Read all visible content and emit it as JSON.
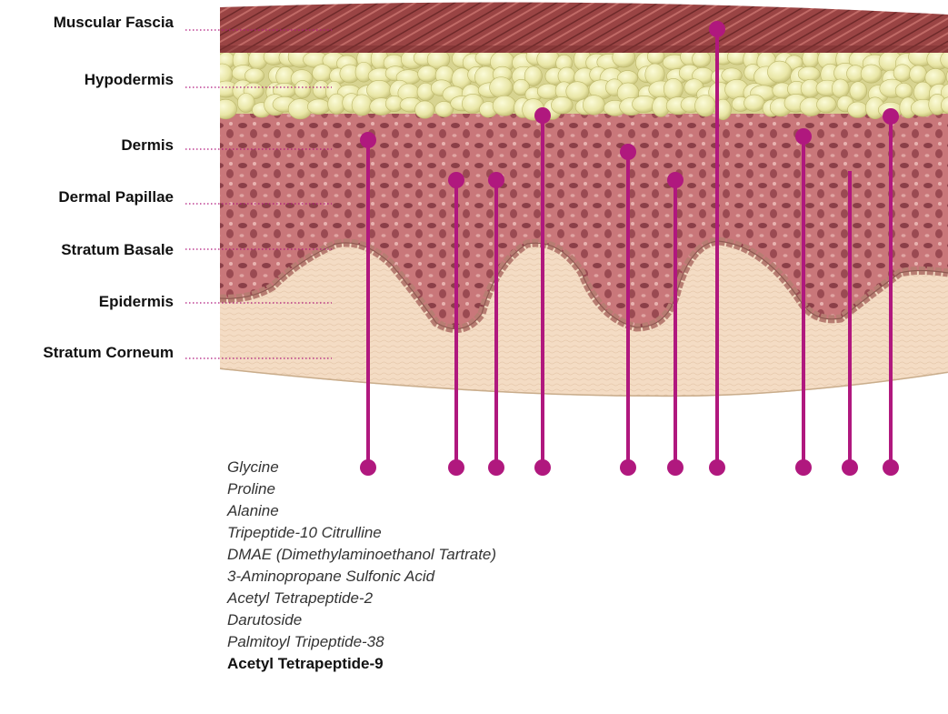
{
  "layers": [
    {
      "label": "Muscular Fascia"
    },
    {
      "label": "Hypodermis"
    },
    {
      "label": "Dermis"
    },
    {
      "label": "Dermal Papillae"
    },
    {
      "label": "Stratum Basale"
    },
    {
      "label": "Epidermis"
    },
    {
      "label": "Stratum Corneum"
    }
  ],
  "ingredients": [
    {
      "name": "Glycine",
      "featured": false
    },
    {
      "name": "Proline",
      "featured": false
    },
    {
      "name": "Alanine",
      "featured": false
    },
    {
      "name": "Tripeptide-10 Citrulline",
      "featured": false
    },
    {
      "name": "DMAE (Dimethylaminoethanol Tartrate)",
      "featured": false
    },
    {
      "name": "3-Aminopropane Sulfonic Acid",
      "featured": false
    },
    {
      "name": "Acetyl Tetrapeptide-2",
      "featured": false
    },
    {
      "name": "Darutoside",
      "featured": false
    },
    {
      "name": "Palmitoyl Tripeptide-38",
      "featured": false
    },
    {
      "name": "Acetyl Tetrapeptide-9",
      "featured": true
    }
  ],
  "colors": {
    "accent": "#B0187E",
    "fascia": "#8E3B3B",
    "fat": "#EDEBB0",
    "dermis": "#C9777A",
    "epidermis": "#F4DCC4",
    "basale": "#C08A80"
  }
}
